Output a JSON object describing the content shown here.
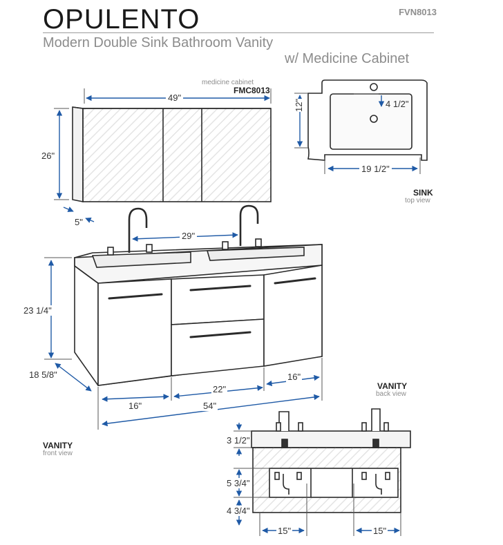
{
  "header": {
    "brand": "OPULENTO",
    "model": "FVN8013",
    "subtitle_line1": "Modern Double Sink Bathroom Vanity",
    "subtitle_line2": "w/ Medicine Cabinet"
  },
  "medicine_cabinet": {
    "caption": "medicine cabinet",
    "code": "FMC8013",
    "width": "49\"",
    "height": "26\"",
    "depth": "5\""
  },
  "sink": {
    "title": "SINK",
    "view": "top view",
    "depth": "12\"",
    "width": "19 1/2\"",
    "drain_offset": "4 1/2\""
  },
  "vanity_front": {
    "title": "VANITY",
    "view": "front view",
    "faucet_spacing": "29\"",
    "height": "23 1/4\"",
    "depth": "18 5/8\"",
    "left_door": "16\"",
    "center": "22\"",
    "right_door": "16\"",
    "total_width": "54\""
  },
  "vanity_back": {
    "title": "VANITY",
    "view": "back view",
    "top_height": "3 1/2\"",
    "mid_height": "5 3/4\"",
    "bottom_height": "4 3/4\"",
    "left_offset": "15\"",
    "right_offset": "15\""
  },
  "colors": {
    "dimension_line": "#1f5aa6",
    "outline": "#2a2a2a",
    "caption_gray": "#8c8c8c"
  }
}
